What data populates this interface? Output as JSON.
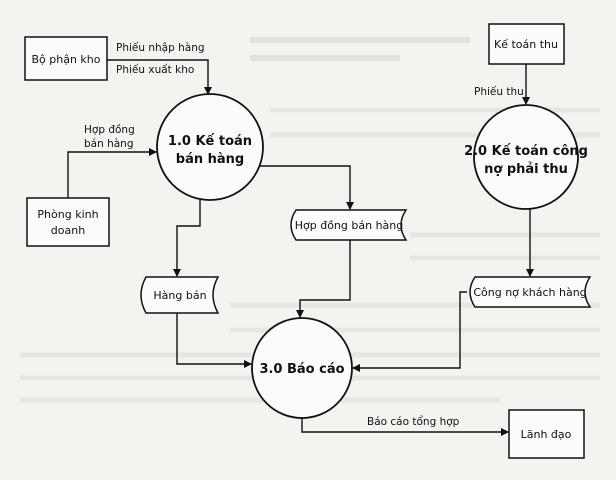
{
  "entities": {
    "warehouse": "Bộ phận kho",
    "business_dept_line1": "Phòng kinh",
    "business_dept_line2": "doanh",
    "revenue_accounting": "Kế toán thu",
    "management": "Lãnh đạo"
  },
  "processes": {
    "p1_line1": "1.0 Kế toán",
    "p1_line2": "bán hàng",
    "p2_line1": "2.0 Kế toán công",
    "p2_line2": "nợ phải thu",
    "p3": "3.0 Báo cáo"
  },
  "data_stores": {
    "sales_contract": "Hợp đồng bán hàng",
    "goods_sold": "Hàng bán",
    "customer_debt": "Công nợ khách hàng"
  },
  "flows": {
    "import_slip": "Phiếu nhập hàng",
    "export_slip": "Phiếu xuất kho",
    "contract_line1": "Hợp đồng",
    "contract_line2": "bán hàng",
    "receipt": "Phiếu thu",
    "summary_report": "Báo cáo tổng hợp"
  }
}
